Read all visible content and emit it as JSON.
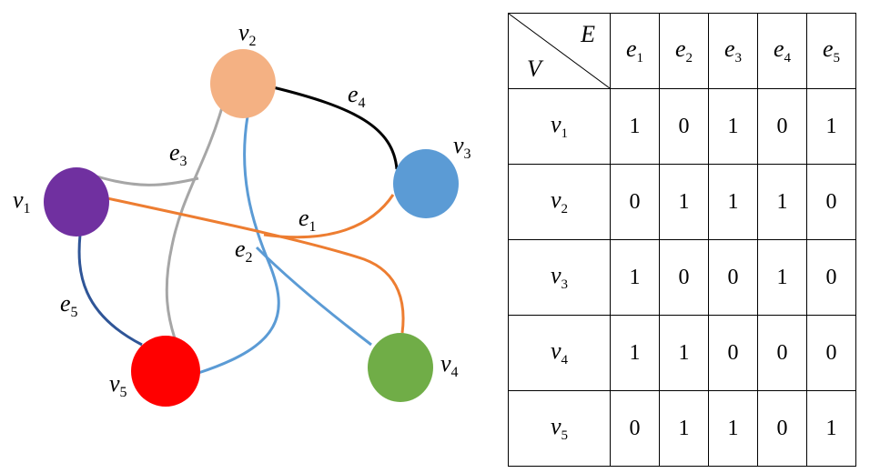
{
  "graph": {
    "vertices": [
      {
        "id": "v1",
        "base": "v",
        "sub": "1",
        "color": "#7030a0"
      },
      {
        "id": "v2",
        "base": "v",
        "sub": "2",
        "color": "#f4b183"
      },
      {
        "id": "v3",
        "base": "v",
        "sub": "3",
        "color": "#5b9bd5"
      },
      {
        "id": "v4",
        "base": "v",
        "sub": "4",
        "color": "#70ad47"
      },
      {
        "id": "v5",
        "base": "v",
        "sub": "5",
        "color": "#ff0000"
      }
    ],
    "edges": [
      {
        "id": "e1",
        "base": "e",
        "sub": "1",
        "color": "#ed7d31",
        "connects": [
          "v1",
          "v3",
          "v4"
        ]
      },
      {
        "id": "e2",
        "base": "e",
        "sub": "2",
        "color": "#5b9bd5",
        "connects": [
          "v2",
          "v4",
          "v5"
        ]
      },
      {
        "id": "e3",
        "base": "e",
        "sub": "3",
        "color": "#a6a6a6",
        "connects": [
          "v1",
          "v2",
          "v5"
        ]
      },
      {
        "id": "e4",
        "base": "e",
        "sub": "4",
        "color": "#000000",
        "connects": [
          "v2",
          "v3"
        ]
      },
      {
        "id": "e5",
        "base": "e",
        "sub": "5",
        "color": "#2f5597",
        "connects": [
          "v1",
          "v5"
        ]
      }
    ]
  },
  "matrix": {
    "corner_top": "E",
    "corner_bottom": "V",
    "columns": [
      {
        "base": "e",
        "sub": "1"
      },
      {
        "base": "e",
        "sub": "2"
      },
      {
        "base": "e",
        "sub": "3"
      },
      {
        "base": "e",
        "sub": "4"
      },
      {
        "base": "e",
        "sub": "5"
      }
    ],
    "rows": [
      {
        "base": "v",
        "sub": "1",
        "cells": [
          "1",
          "0",
          "1",
          "0",
          "1"
        ]
      },
      {
        "base": "v",
        "sub": "2",
        "cells": [
          "0",
          "1",
          "1",
          "1",
          "0"
        ]
      },
      {
        "base": "v",
        "sub": "3",
        "cells": [
          "1",
          "0",
          "0",
          "1",
          "0"
        ]
      },
      {
        "base": "v",
        "sub": "4",
        "cells": [
          "1",
          "1",
          "0",
          "0",
          "0"
        ]
      },
      {
        "base": "v",
        "sub": "5",
        "cells": [
          "0",
          "1",
          "1",
          "0",
          "1"
        ]
      }
    ]
  }
}
